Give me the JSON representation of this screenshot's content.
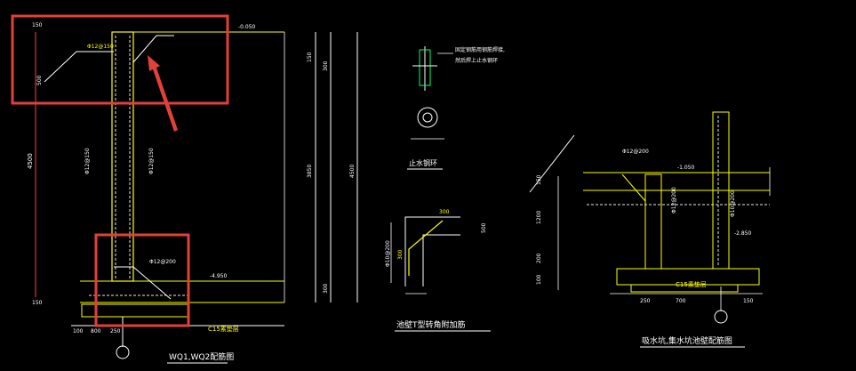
{
  "colors": {
    "background": "#000000",
    "rebar": "#e8e8e8",
    "concrete": "#ffff00",
    "dimension": "#ff4040",
    "annotation": "#00ff66",
    "highlight": "#e0413a",
    "text": "#ffffff",
    "leader": "#ffff00"
  },
  "drawing_titles": {
    "wall_section": "WQ1,WQ2配筋图",
    "water_stop_ring": "止水钢环",
    "corner_bars": "池壁T型转角附加筋",
    "pit_section": "吸水坑,集水坑池壁配筋图"
  },
  "labels": {
    "water_stop_note_1": "固定钢筋用钢筋焊接,",
    "water_stop_note_2": "然后焊上止水钢环",
    "concrete_cushion": "C15素垫层",
    "concrete_cushion_2": "C15素垫层",
    "left_top_dim": "150",
    "left_side_dim": "500",
    "left_vert_dim": "4500",
    "left_bottom_dim": "150",
    "elev_top": "-0.050",
    "elev_bottom": "-4.950",
    "bar_top": "Φ12@150",
    "bar_mid_left": "Φ12@150",
    "bar_mid_right": "Φ12@150",
    "bar_lower": "Φ12@200",
    "right_dims_1": "150",
    "right_dims_2": "300",
    "right_dims_3": "3850",
    "right_dims_4": "300",
    "right_dims_total": "4500",
    "bottom_dim_1": "100",
    "bottom_dim_2": "800",
    "bottom_dim_3": "250",
    "corner_dim_1": "300",
    "corner_dim_2": "300",
    "corner_dim_3": "500",
    "corner_bar": "Φ10@200",
    "pit_elev": "-1.050",
    "pit_elev_2": "-2.850",
    "pit_bar_1": "Φ12@200",
    "pit_bar_2": "Φ12@200",
    "pit_bar_3": "Φ10@200",
    "pit_dim_1": "150",
    "pit_dim_2": "1200",
    "pit_dim_3": "200",
    "pit_dim_4": "100",
    "pit_bottom_1": "250",
    "pit_bottom_2": "700",
    "pit_bottom_3": "150"
  }
}
